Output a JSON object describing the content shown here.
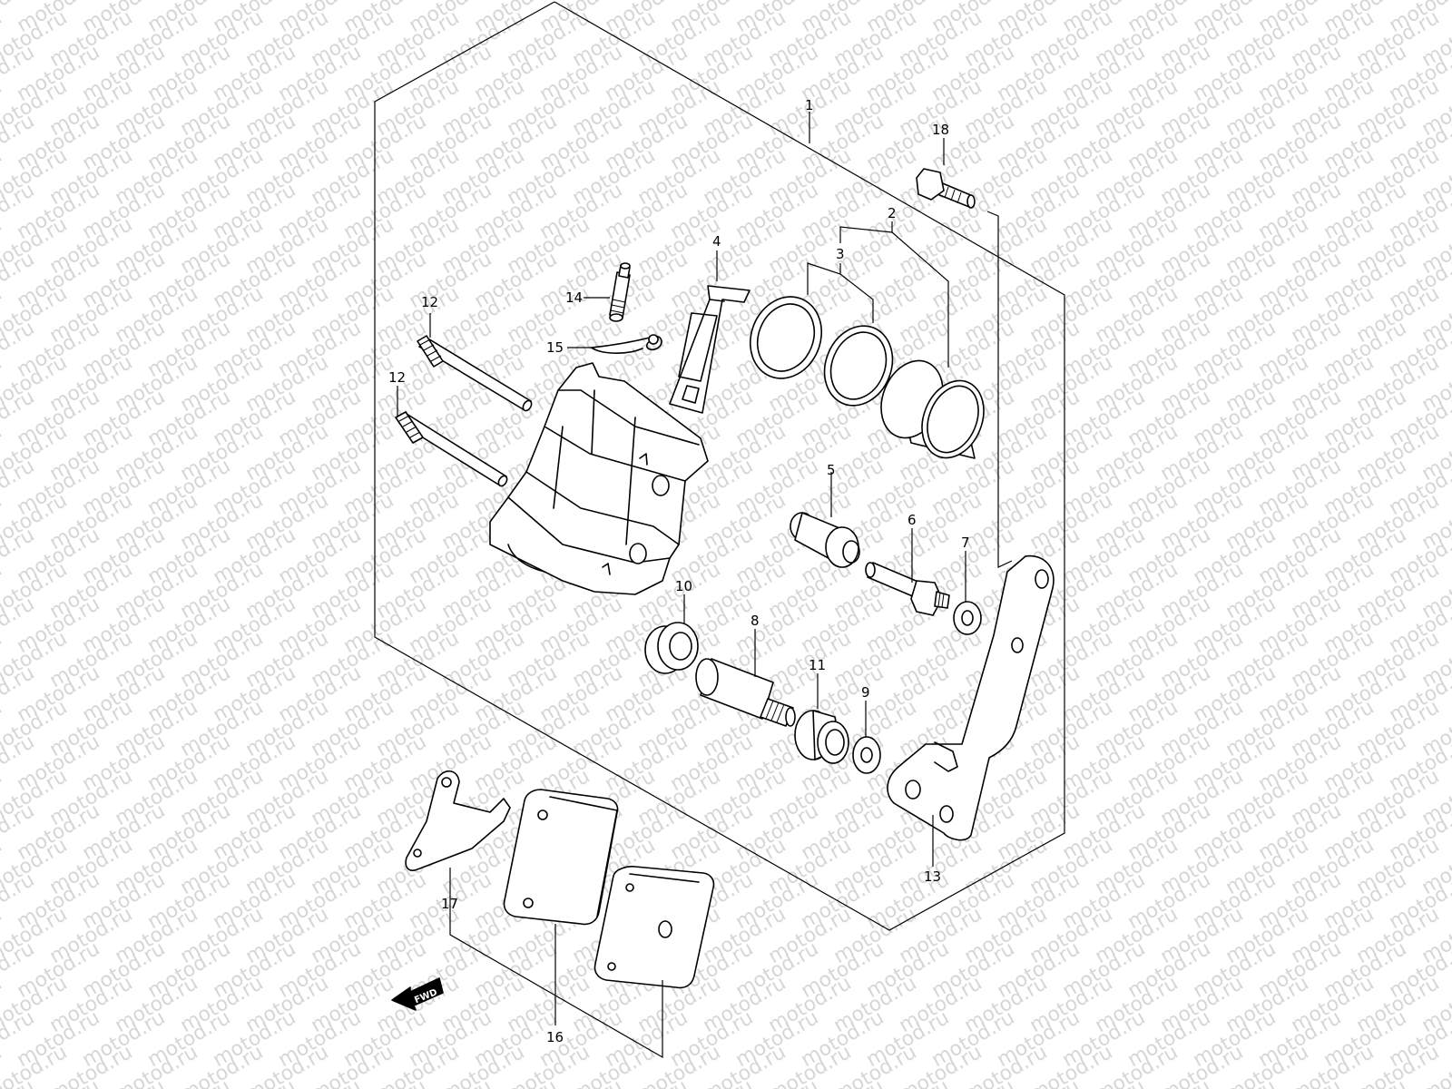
{
  "watermark": "motod.ru",
  "fwd_label": "FWD",
  "callouts": {
    "c1": "1",
    "c2": "2",
    "c3": "3",
    "c4": "4",
    "c5": "5",
    "c6": "6",
    "c7": "7",
    "c8": "8",
    "c9": "9",
    "c10": "10",
    "c11": "11",
    "c12a": "12",
    "c12b": "12",
    "c13": "13",
    "c14": "14",
    "c15": "15",
    "c16": "16",
    "c17": "17",
    "c18": "18"
  }
}
